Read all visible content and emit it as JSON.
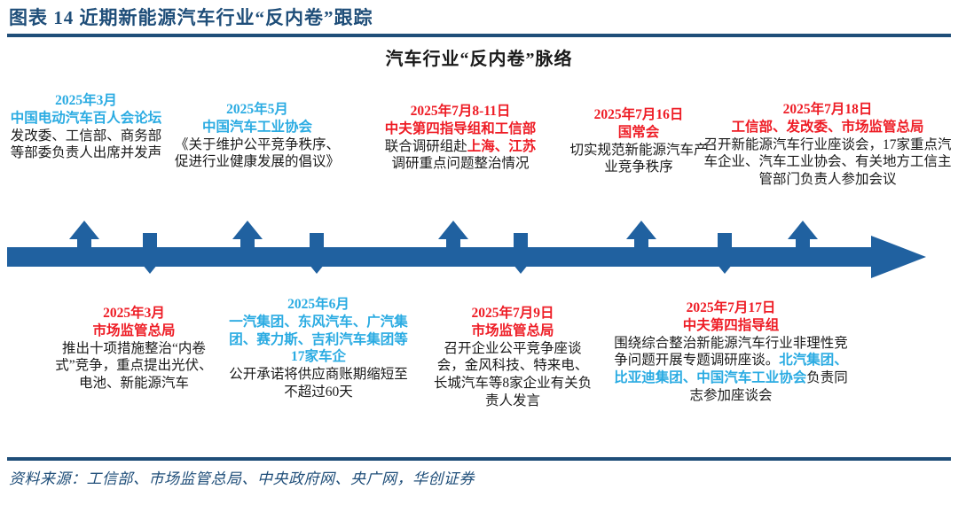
{
  "header": {
    "title": "图表 14  近期新能源汽车行业“反内卷”跟踪",
    "accent_color": "#1f4e79"
  },
  "chart": {
    "subtitle": "汽车行业“反内卷”脉络",
    "type": "timeline",
    "axis_color": "#2061a0",
    "palette": {
      "red": "#ee1c25",
      "light_blue": "#2aabe2",
      "dark": "#1a1a1a"
    }
  },
  "events_above": [
    {
      "date": "2025年3月",
      "date_color": "#2aabe2",
      "org": "中国电动汽车百人会论坛",
      "org_color": "#2aabe2",
      "body": "发改委、工信部、商务部等部委负责人出席并发声"
    },
    {
      "date": "2025年5月",
      "date_color": "#2aabe2",
      "org": "中国汽车工业协会",
      "org_color": "#2aabe2",
      "body": "《关于维护公平竞争秩序、促进行业健康发展的倡议》"
    },
    {
      "date": "2025年7月8-11日",
      "date_color": "#ee1c25",
      "org": "中夫第四指导组和工信部",
      "org_color": "#ee1c25",
      "body_part1": "联合调研组赴",
      "body_highlight": "上海、江苏",
      "body_part2": "调研重点问题整治情况"
    },
    {
      "date": "2025年7月16日",
      "date_color": "#ee1c25",
      "org": "国常会",
      "org_color": "#ee1c25",
      "body": "切实规范新能源汽车产业竞争秩序"
    },
    {
      "date": "2025年7月18日",
      "date_color": "#ee1c25",
      "org": "工信部、发改委、市场监管总局",
      "org_color": "#ee1c25",
      "body": "召开新能源汽车行业座谈会，17家重点汽车企业、汽车工业协会、有关地方工信主管部门负责人参加会议"
    }
  ],
  "events_below": [
    {
      "date": "2025年3月",
      "date_color": "#ee1c25",
      "org": "市场监管总局",
      "org_color": "#ee1c25",
      "body": "推出十项措施整治“内卷式”竞争，重点提出光伏、电池、新能源汽车"
    },
    {
      "date": "2025年6月",
      "date_color": "#2aabe2",
      "org": "一汽集团、东风汽车、广汽集团、赛力斯、吉利汽车集团等17家车企",
      "org_color": "#2aabe2",
      "body": "公开承诺将供应商账期缩短至不超过60天"
    },
    {
      "date": "2025年7月9日",
      "date_color": "#ee1c25",
      "org": "市场监管总局",
      "org_color": "#ee1c25",
      "body": "召开企业公平竞争座谈会，金风科技、特来电、长城汽车等8家企业有关负责人发言"
    },
    {
      "date": "2025年7月17日",
      "date_color": "#ee1c25",
      "org": "中夫第四指导组",
      "org_color": "#ee1c25",
      "body_part1": "围绕综合整治新能源汽车行业非理性竞争问题开展专题调研座谈。",
      "body_highlight": "北汽集团、比亚迪集团、中国汽车工业协会",
      "body_part2": "负责同志参加座谈会"
    }
  ],
  "footer": {
    "source": "资料来源：工信部、市场监管总局、中央政府网、央广网，华创证券"
  }
}
